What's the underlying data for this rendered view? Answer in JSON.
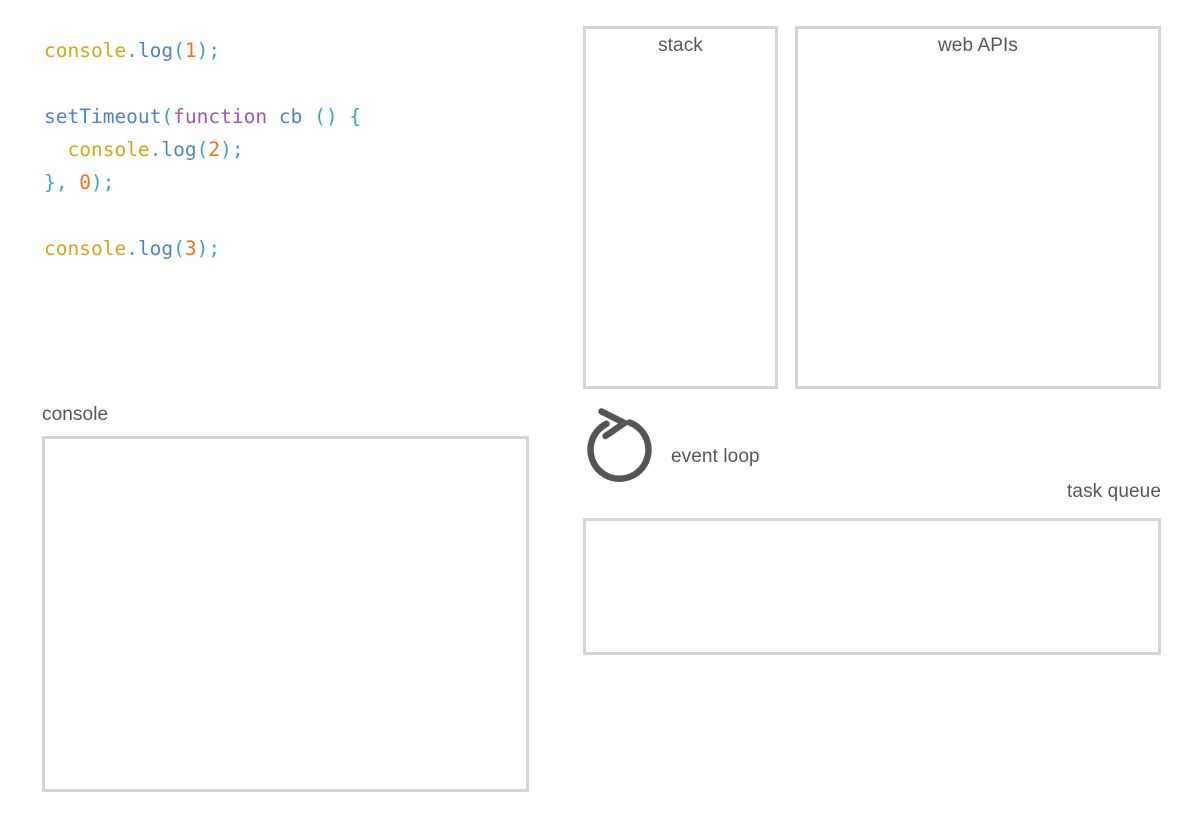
{
  "code": {
    "language": "javascript",
    "lines": [
      [
        {
          "text": "console",
          "color": "#d3a61b"
        },
        {
          "text": ".",
          "color": "#3aa8b5"
        },
        {
          "text": "log",
          "color": "#5183c4"
        },
        {
          "text": "(",
          "color": "#3aa8b5"
        },
        {
          "text": "1",
          "color": "#f2711c"
        },
        {
          "text": ")",
          "color": "#3aa8b5"
        },
        {
          "text": ";",
          "color": "#3aa8b5"
        }
      ],
      [],
      [
        {
          "text": "setTimeout",
          "color": "#5183c4"
        },
        {
          "text": "(",
          "color": "#3aa8b5"
        },
        {
          "text": "function",
          "color": "#9b59b6"
        },
        {
          "text": " ",
          "color": "#555555"
        },
        {
          "text": "cb",
          "color": "#5183c4"
        },
        {
          "text": " ",
          "color": "#555555"
        },
        {
          "text": "(",
          "color": "#3aa8b5"
        },
        {
          "text": ")",
          "color": "#3aa8b5"
        },
        {
          "text": " ",
          "color": "#555555"
        },
        {
          "text": "{",
          "color": "#3aa8b5"
        }
      ],
      [
        {
          "text": "  ",
          "color": "#555555"
        },
        {
          "text": "console",
          "color": "#d3a61b"
        },
        {
          "text": ".",
          "color": "#3aa8b5"
        },
        {
          "text": "log",
          "color": "#5183c4"
        },
        {
          "text": "(",
          "color": "#3aa8b5"
        },
        {
          "text": "2",
          "color": "#f2711c"
        },
        {
          "text": ")",
          "color": "#3aa8b5"
        },
        {
          "text": ";",
          "color": "#3aa8b5"
        }
      ],
      [
        {
          "text": "}",
          "color": "#3aa8b5"
        },
        {
          "text": ",",
          "color": "#3aa8b5"
        },
        {
          "text": " ",
          "color": "#555555"
        },
        {
          "text": "0",
          "color": "#f2711c"
        },
        {
          "text": ")",
          "color": "#3aa8b5"
        },
        {
          "text": ";",
          "color": "#3aa8b5"
        }
      ],
      [],
      [
        {
          "text": "console",
          "color": "#d3a61b"
        },
        {
          "text": ".",
          "color": "#3aa8b5"
        },
        {
          "text": "log",
          "color": "#5183c4"
        },
        {
          "text": "(",
          "color": "#3aa8b5"
        },
        {
          "text": "3",
          "color": "#f2711c"
        },
        {
          "text": ")",
          "color": "#3aa8b5"
        },
        {
          "text": ";",
          "color": "#3aa8b5"
        }
      ]
    ],
    "plain_text": "console.log(1);\n\nsetTimeout(function cb () {\n  console.log(2);\n}, 0);\n\nconsole.log(3);"
  },
  "panels": {
    "console": {
      "label": "console",
      "label_position": "above-left",
      "entries": []
    },
    "stack": {
      "label": "stack",
      "label_position": "inside-top-center",
      "frames": []
    },
    "web_apis": {
      "label": "web APIs",
      "label_position": "inside-top-center",
      "items": []
    },
    "task_queue": {
      "label": "task queue",
      "label_position": "above-right",
      "items": []
    }
  },
  "event_loop": {
    "label": "event loop",
    "icon": "circular-arrow-icon",
    "icon_color": "#555555",
    "rotating": false
  },
  "colors": {
    "border": "#d5d5d5",
    "label_text": "#575757",
    "background": "#ffffff",
    "code_identifier_gold": "#d3a61b",
    "code_function_blue": "#5183c4",
    "code_punctuation_teal": "#3aa8b5",
    "code_number_orange": "#f2711c",
    "code_keyword_purple": "#9b59b6"
  }
}
